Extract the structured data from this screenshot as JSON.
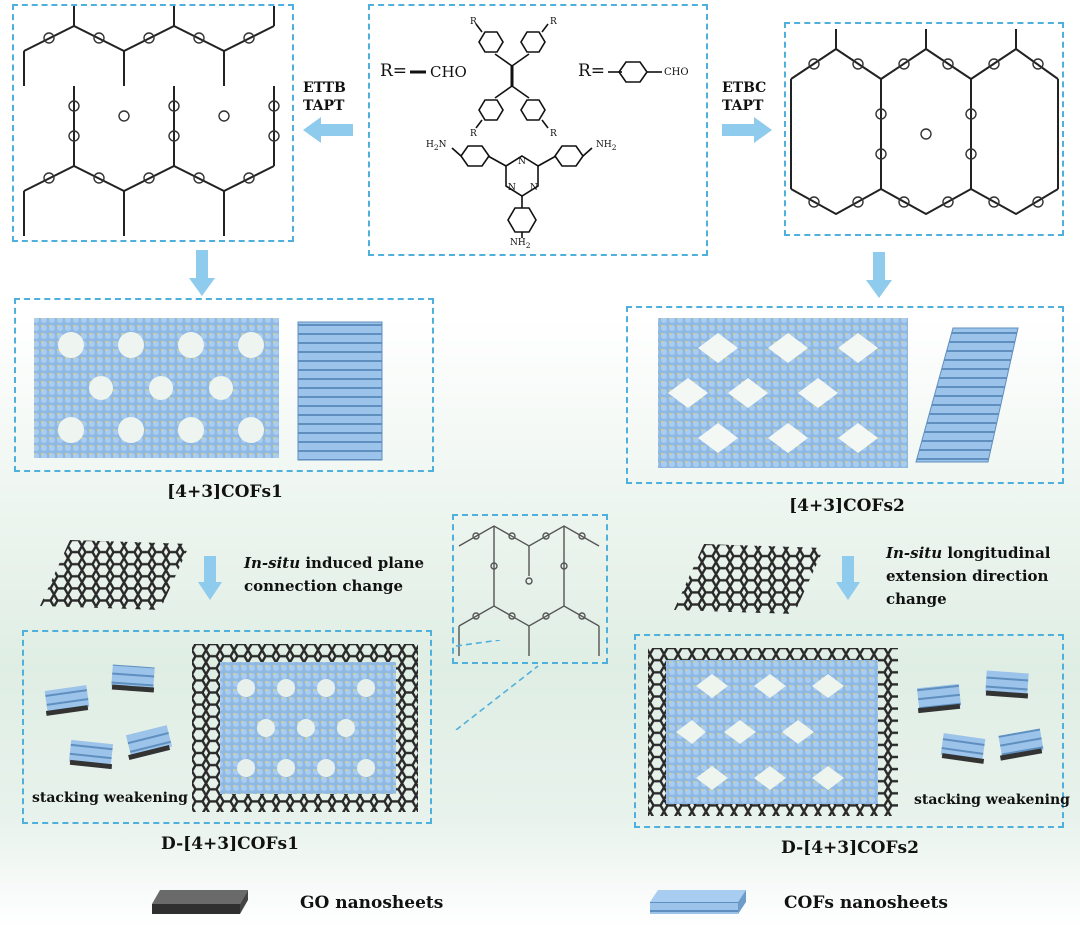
{
  "center": {
    "r_left": "R=",
    "cho_left": "CHO",
    "r_right": "R=",
    "cho_right": "CHO",
    "sub_r": "R",
    "nh2": "NH",
    "h2n": "H",
    "n_label": "N"
  },
  "reagents_left": {
    "line1": "ETTB",
    "line2": "TAPT"
  },
  "reagents_right": {
    "line1": "ETBC",
    "line2": "TAPT"
  },
  "cofs1_label": "[4+3]COFs1",
  "cofs2_label": "[4+3]COFs2",
  "step_left": {
    "italic": "In-situ",
    "rest1": " induced plane",
    "line2": "connection change"
  },
  "step_right": {
    "italic": "In-situ",
    "rest1": " longitudinal",
    "line2": "extension direction",
    "line3": "change"
  },
  "stacking_left": "stacking weakening",
  "stacking_right": "stacking weakening",
  "dcofs1_label": "D-[4+3]COFs1",
  "dcofs2_label": "D-[4+3]COFs2",
  "legend": {
    "go": "GO nanosheets",
    "cofs": "COFs nanosheets"
  },
  "colors": {
    "dash": "#4fb0dc",
    "arrow": "#8ecbec",
    "cof_blue": "#6aa6d8",
    "go_dark": "#333333"
  }
}
